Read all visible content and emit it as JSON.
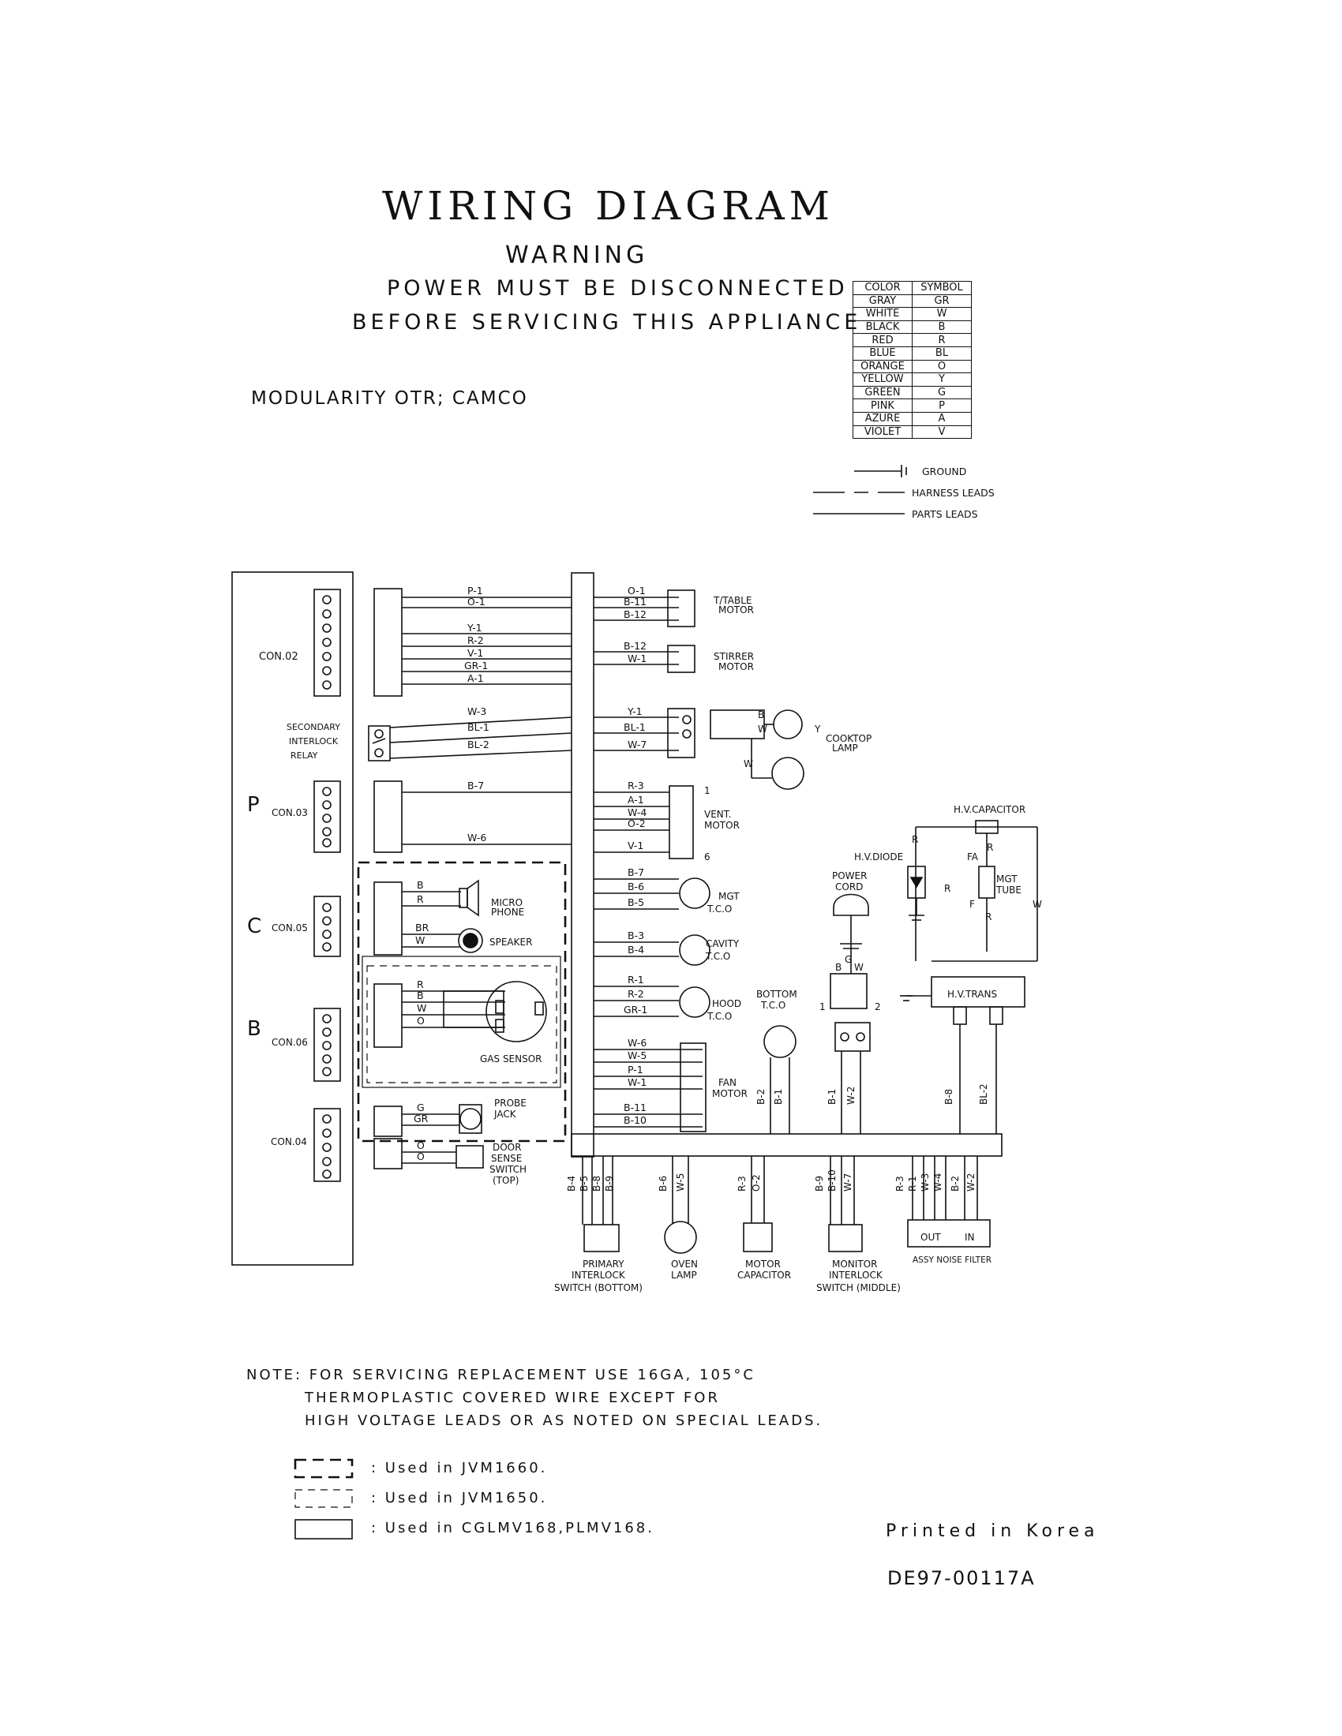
{
  "header": {
    "title": "WIRING DIAGRAM",
    "warning": "WARNING",
    "warning_line1": "POWER MUST BE DISCONNECTED",
    "warning_line2": "BEFORE SERVICING THIS APPLIANCE",
    "model": "MODULARITY OTR; CAMCO"
  },
  "legend": {
    "col_color": "COLOR",
    "col_symbol": "SYMBOL",
    "rows": [
      {
        "color": "GRAY",
        "symbol": "GR"
      },
      {
        "color": "WHITE",
        "symbol": "W"
      },
      {
        "color": "BLACK",
        "symbol": "B"
      },
      {
        "color": "RED",
        "symbol": "R"
      },
      {
        "color": "BLUE",
        "symbol": "BL"
      },
      {
        "color": "ORANGE",
        "symbol": "O"
      },
      {
        "color": "YELLOW",
        "symbol": "Y"
      },
      {
        "color": "GREEN",
        "symbol": "G"
      },
      {
        "color": "PINK",
        "symbol": "P"
      },
      {
        "color": "AZURE",
        "symbol": "A"
      },
      {
        "color": "VIOLET",
        "symbol": "V"
      }
    ],
    "ground": "GROUND",
    "harness_leads": "HARNESS LEADS",
    "parts_leads": "PARTS LEADS"
  },
  "pcb": {
    "letters": [
      "P",
      "C",
      "B"
    ],
    "con02": "CON.02",
    "con03": "CON.03",
    "con05": "CON.05",
    "con06": "CON.06",
    "con04": "CON.04",
    "relay": [
      "SECONDARY",
      "INTERLOCK",
      "RELAY"
    ]
  },
  "wires": {
    "con02": [
      "P-1",
      "O-1",
      "Y-1",
      "R-2",
      "V-1",
      "GR-1",
      "A-1"
    ],
    "relay": [
      "W-3",
      "BL-1",
      "BL-2"
    ],
    "con03": [
      "B-7",
      "W-6"
    ],
    "mic": [
      "B",
      "R"
    ],
    "spk": [
      "BR",
      "W"
    ],
    "gas": [
      "R",
      "B",
      "W",
      "O"
    ],
    "probe": [
      "G",
      "GR"
    ],
    "door": [
      "O",
      "O"
    ],
    "ttable": [
      "O-1",
      "B-11",
      "B-12"
    ],
    "stirrer": [
      "B-12",
      "W-1"
    ],
    "lamp": [
      "Y-1",
      "BL-1",
      "W-7"
    ],
    "lamp_side": [
      "B",
      "W",
      "W",
      "Y"
    ],
    "vent": [
      "R-3",
      "A-1",
      "W-4",
      "O-2",
      "V-1"
    ],
    "mgt": [
      "B-7",
      "B-6",
      "B-5"
    ],
    "cavity": [
      "B-3",
      "B-4"
    ],
    "hood": [
      "R-1",
      "R-2",
      "GR-1"
    ],
    "fan": [
      "W-6",
      "W-5",
      "P-1",
      "W-1",
      "B-11",
      "B-10"
    ],
    "bottom_tco": [
      "B-2",
      "B-1"
    ],
    "cord": [
      "B-1",
      "W-2"
    ],
    "trans": [
      "B-8",
      "BL-2"
    ],
    "hv": [
      "R",
      "R",
      "FA",
      "F",
      "R",
      "W"
    ],
    "cord_pins": [
      "B",
      "G",
      "W",
      "1",
      "2"
    ],
    "primary": [
      "B-4",
      "B-5",
      "B-8",
      "B-9"
    ],
    "oven": [
      "B-6",
      "W-5"
    ],
    "motorcap": [
      "R-3",
      "O-2"
    ],
    "monitor": [
      "B-9",
      "B-10",
      "W-7"
    ],
    "filter": [
      "R-3",
      "R-1",
      "W-3",
      "W-4",
      "B-2",
      "W-2"
    ],
    "filter_ports": [
      "OUT",
      "IN"
    ],
    "vent_pins": [
      "1",
      "6"
    ]
  },
  "components": {
    "ttable": [
      "T/TABLE",
      "MOTOR"
    ],
    "stirrer": [
      "STIRRER",
      "MOTOR"
    ],
    "lamp": [
      "COOKTOP",
      "LAMP"
    ],
    "vent": [
      "VENT.",
      "MOTOR"
    ],
    "mgt": [
      "MGT",
      "T.C.O"
    ],
    "cavity": [
      "CAVITY",
      "T.C.O"
    ],
    "hood": [
      "HOOD",
      "T.C.O"
    ],
    "fan": [
      "FAN",
      "MOTOR"
    ],
    "mic": [
      "MICRO",
      "PHONE"
    ],
    "speaker": "SPEAKER",
    "gas": "GAS SENSOR",
    "probe": [
      "PROBE",
      "JACK"
    ],
    "door": [
      "DOOR",
      "SENSE",
      "SWITCH",
      "(TOP)"
    ],
    "bottom_tco": [
      "BOTTOM",
      "T.C.O"
    ],
    "cord": [
      "POWER",
      "CORD"
    ],
    "hv_diode": "H.V.DIODE",
    "hv_cap": "H.V.CAPACITOR",
    "mgt_tube": [
      "MGT",
      "TUBE"
    ],
    "hv_trans": "H.V.TRANS",
    "primary": [
      "PRIMARY",
      "INTERLOCK",
      "SWITCH (BOTTOM)"
    ],
    "oven": [
      "OVEN",
      "LAMP"
    ],
    "motorcap": [
      "MOTOR",
      "CAPACITOR"
    ],
    "monitor": [
      "MONITOR",
      "INTERLOCK",
      "SWITCH (MIDDLE)"
    ],
    "filter": "ASSY NOISE FILTER"
  },
  "notes": {
    "line1": "NOTE: FOR SERVICING REPLACEMENT USE 16GA, 105°C",
    "line2": "THERMOPLASTIC COVERED WIRE EXCEPT FOR",
    "line3": "HIGH VOLTAGE LEADS OR AS NOTED ON SPECIAL LEADS."
  },
  "usage": [
    ": Used in JVM1660.",
    ": Used in JVM1650.",
    ": Used in CGLMV168,PLMV168."
  ],
  "footer": {
    "printed": "Printed in Korea",
    "doc_number": "DE97-00117A"
  }
}
